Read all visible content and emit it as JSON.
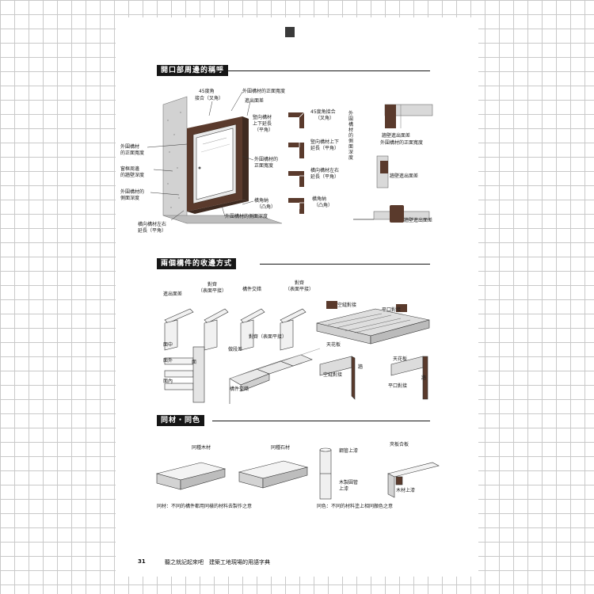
{
  "sections": {
    "s1": "開口部周邊的稱呼",
    "s2": "兩個構件的收邊方式",
    "s3": "同材・同色"
  },
  "s1": {
    "l_45": "45度角",
    "l_45b": "接合（叉角）",
    "l_front": "外圍構材的正面寬度",
    "l_proj": "進出面差",
    "l_vert": "豎向構材",
    "l_vert2": "上下延長",
    "l_vert3": "（平角）",
    "l_outer": "外圍構材",
    "l_outer2": "的正面寬度",
    "l_wall": "窗框周邊",
    "l_wall2": "的牆壁深度",
    "l_side": "外圍構材的",
    "l_side2": "側面深度",
    "l_horiz": "橫向構材左右",
    "l_horiz2": "延長（平角）",
    "l_outerfront": "外圍構材的",
    "l_outerfront2": "正面寬度",
    "l_corner": "橫角納",
    "l_corner2": "（凸角）",
    "l_sidedepth": "外圍構材的側面深度",
    "d1a": "45度角接合",
    "d1b": "（叉角）",
    "d2a": "豎向構材上下",
    "d2b": "延長（平角）",
    "d3a": "橫向構材左右",
    "d3b": "延長（平角）",
    "d4a": "橫角納",
    "d4b": "（凸角）",
    "r_vertical": "外圍構材的側面深度",
    "r1": "牆壁進出面差",
    "r2": "外圍構材的正面寬度",
    "r3": "牆壁進出面差",
    "r4": "牆壁進出面差"
  },
  "s2": {
    "a1": "進出面差",
    "a2": "對齊",
    "a2b": "（表面平接）",
    "a3": "構件交錯",
    "a4": "對齊",
    "a4b": "（表面平接）",
    "b1": "空縫對接",
    "b2": "平口對接",
    "c1": "面中",
    "c2": "面外",
    "c3": "面內",
    "c4": "面",
    "d1": "對齊（表面平接）",
    "d2": "做段差",
    "d3": "構件交錯",
    "e1": "天花板",
    "e2": "空縫對接",
    "e3": "牆",
    "e4": "天花板",
    "e5": "平口對接",
    "e6": "牆"
  },
  "s3": {
    "f1": "同種木材",
    "f2": "同種石材",
    "f3": "鋼管上漆",
    "f4": "木製圓管",
    "f4b": "上漆",
    "f5": "夾板合板",
    "f6": "木材上漆",
    "cap1": "同材：不同的構件都用同樣的材料去製作之意",
    "cap2": "同色：不同的材料塗上相同顏色之意"
  },
  "footer": {
    "page": "31",
    "title": "聽之就記起來吧　建築工地現場的用語字典"
  },
  "colors": {
    "frame": "#5a3a2c",
    "wall": "#c7c7c7",
    "black": "#161616"
  }
}
